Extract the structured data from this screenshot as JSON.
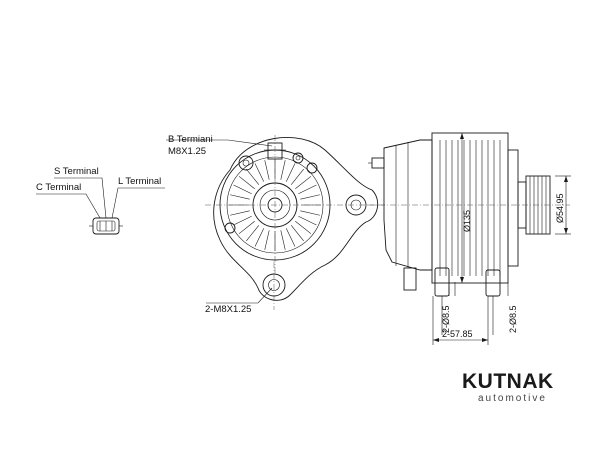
{
  "labels": {
    "b_terminal": "B Termiani",
    "b_terminal_thread": "M8X1.25",
    "s_terminal": "S Terminal",
    "c_terminal": "C Terminal",
    "l_terminal": "L Terminal",
    "mount_bolts": "2-M8X1.25"
  },
  "dimensions": {
    "body_diameter": "Ø135",
    "pulley_diameter": "Ø54.95",
    "hole_left": "2-Ø8.5",
    "hole_right": "2-Ø8.5",
    "mount_offset": "2-57.85"
  },
  "brand": {
    "name_start": "KUTN",
    "name_mid": "A",
    "name_end": "K",
    "tagline": "automotive"
  }
}
